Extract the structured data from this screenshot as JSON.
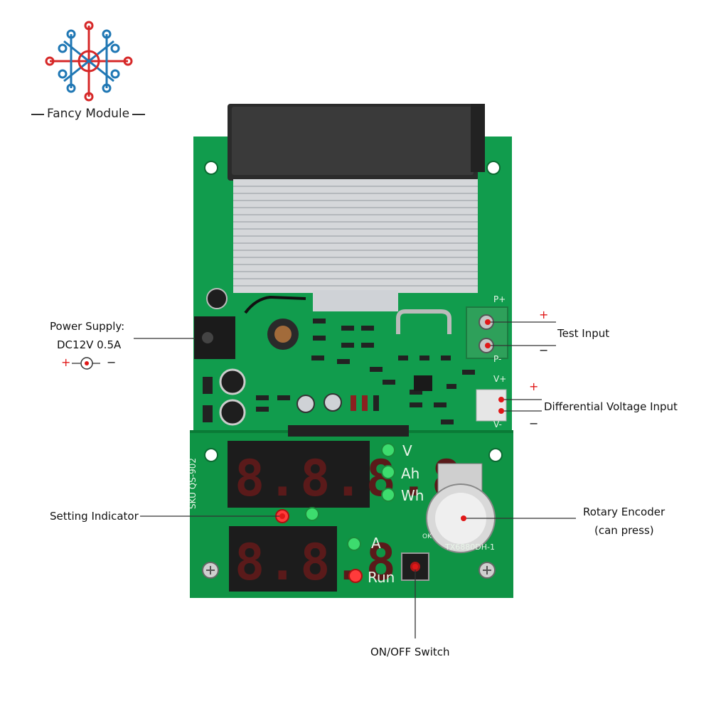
{
  "brand": {
    "name": "Fancy Module",
    "color": "#d62828",
    "secondary_color": "#1f77b4"
  },
  "board": {
    "sku": "SKU QS-902",
    "encoder_part": "TX6880DH-1",
    "encoder_ok": "OK",
    "pin_labels": {
      "p_plus_top": "P+",
      "p_minus": "P-",
      "v_plus": "V+",
      "v_minus": "V-"
    },
    "display_indicators": [
      "V",
      "Ah",
      "Wh"
    ],
    "current_indicator": "A",
    "run_indicator": "Run",
    "pcb_color": "#0f9a4a"
  },
  "callouts": {
    "power_supply": {
      "line1": "Power Supply:",
      "line2": "DC12V 0.5A",
      "plus": "+",
      "minus": "−"
    },
    "test_input": {
      "label": "Test Input",
      "plus": "+",
      "minus": "−"
    },
    "differential": {
      "label": "Differential Voltage Input",
      "plus": "+",
      "minus": "−"
    },
    "setting_indicator": "Setting Indicator",
    "rotary_encoder": {
      "line1": "Rotary Encoder",
      "line2": "(can press)"
    },
    "onoff_switch": "ON/OFF Switch"
  }
}
